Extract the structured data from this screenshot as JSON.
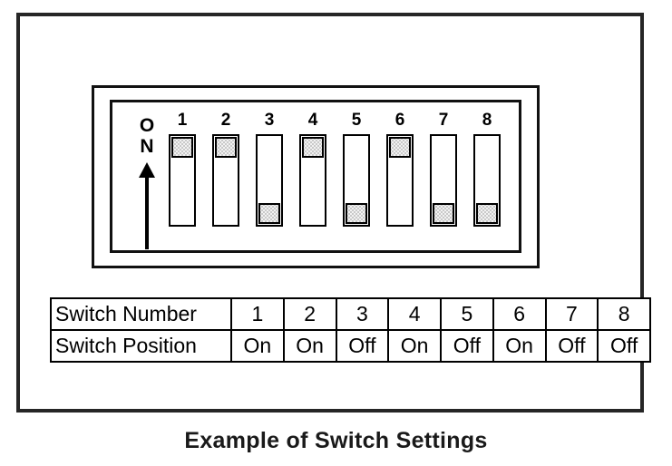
{
  "caption": "Example of Switch Settings",
  "module": {
    "direction_indicator": {
      "letters": [
        "O",
        "N"
      ],
      "arrow_icon": "up-arrow-icon",
      "meaning": "ON"
    },
    "switches": [
      {
        "number": "1",
        "position": "On"
      },
      {
        "number": "2",
        "position": "On"
      },
      {
        "number": "3",
        "position": "Off"
      },
      {
        "number": "4",
        "position": "On"
      },
      {
        "number": "5",
        "position": "Off"
      },
      {
        "number": "6",
        "position": "On"
      },
      {
        "number": "7",
        "position": "Off"
      },
      {
        "number": "8",
        "position": "Off"
      }
    ]
  },
  "table": {
    "row_headers": {
      "number": "Switch Number",
      "position": "Switch Position"
    },
    "numbers": [
      "1",
      "2",
      "3",
      "4",
      "5",
      "6",
      "7",
      "8"
    ],
    "positions": [
      "On",
      "On",
      "Off",
      "On",
      "Off",
      "On",
      "Off",
      "Off"
    ]
  },
  "colors": {
    "frame": "#262626",
    "outline": "#000000",
    "nub_fill": "#f2f2f2",
    "background": "#ffffff"
  }
}
